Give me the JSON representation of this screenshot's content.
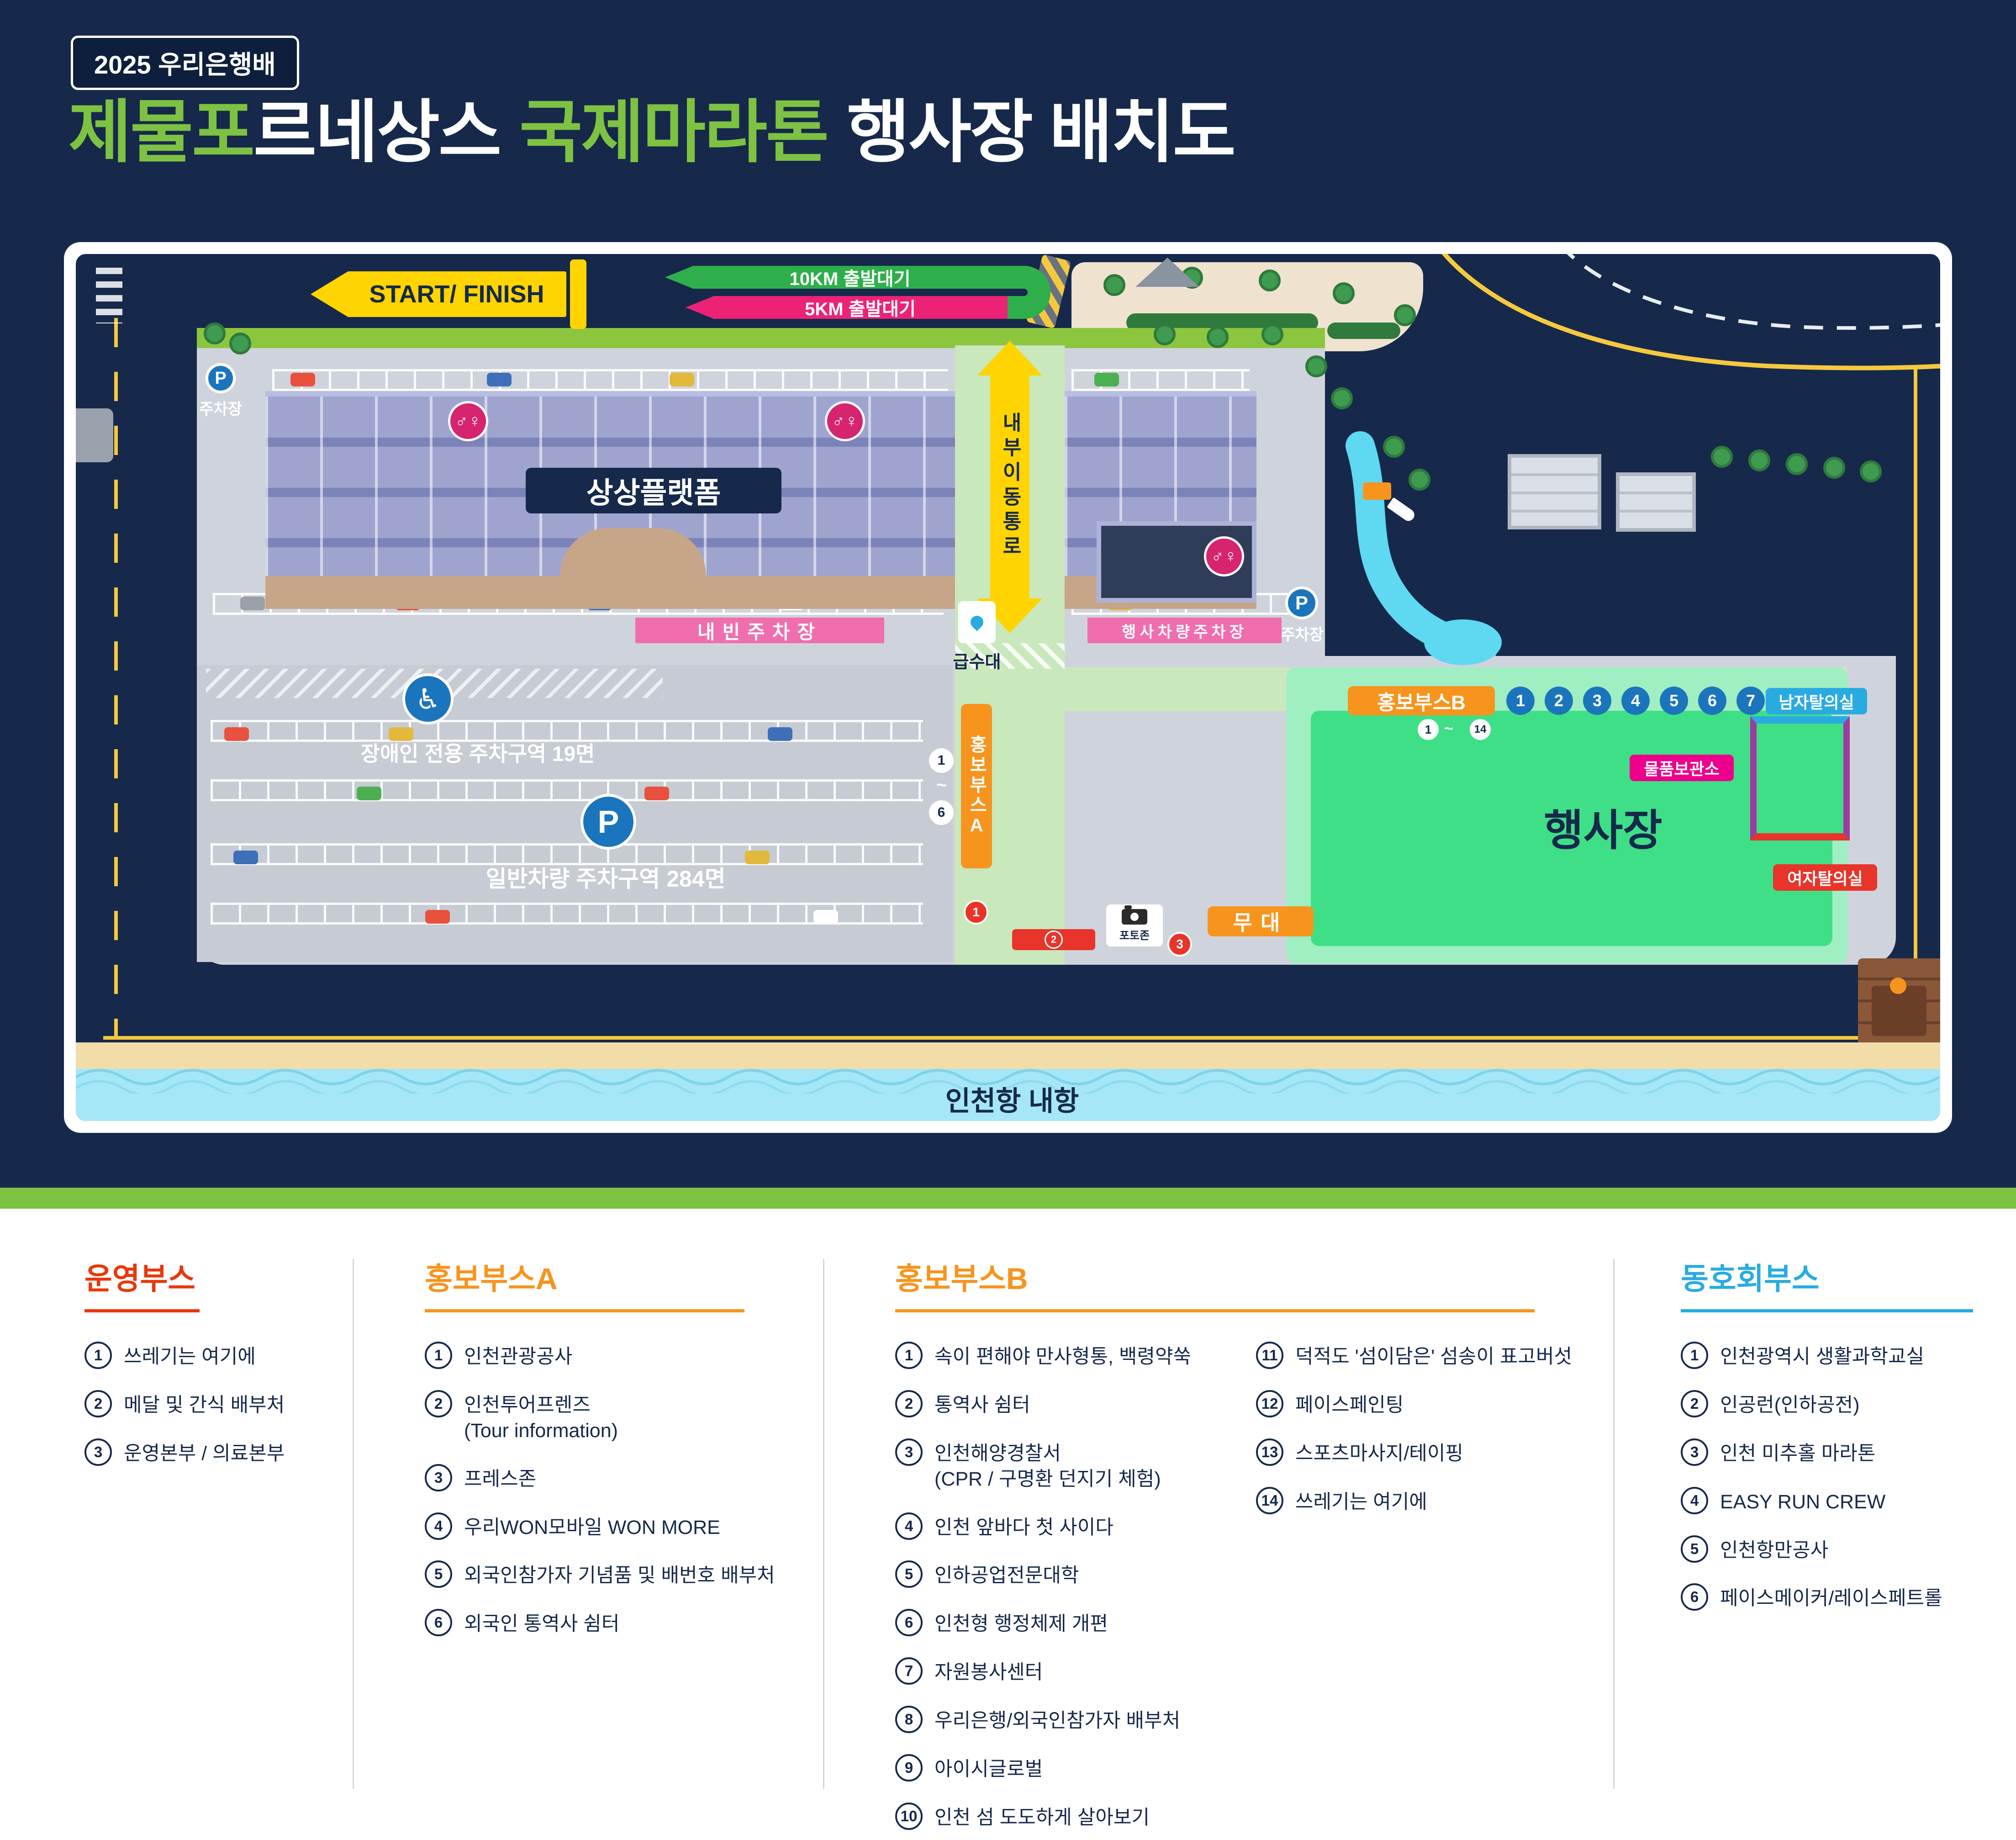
{
  "colors": {
    "navy": "#16294B",
    "green": "#7DC242",
    "yellow": "#FFD400",
    "orange": "#F7941D",
    "red": "#E8342A",
    "magenta": "#EC008C",
    "pink": "#F06EAE",
    "blue": "#29ABE2",
    "booth_number_blue": "#1B75BC",
    "event_green": "#3FDF87",
    "water": "#A5E7F6",
    "sand": "#F2DDA9"
  },
  "header": {
    "badge": "2025 우리은행배",
    "title": {
      "p1": "제물포",
      "p2": "르네상스",
      "p3": "국제마라톤",
      "p4": "행사장 배치도"
    }
  },
  "icons": {
    "wheelchair": "♿",
    "toilet": "♂♀"
  },
  "map": {
    "start_finish": "START/ FINISH",
    "wait_10km": "10KM 출발대기",
    "wait_5km": "5KM 출발대기",
    "corridor": "내부이동통로",
    "platform": "상상플랫폼",
    "parking": "주차장",
    "p_letter": "P",
    "vip_parking": "내빈주차장",
    "event_vehicle_parking": "행사차량주차장",
    "water_station": "급수대",
    "disabled_parking": "장애인 전용 주차구역 19면",
    "general_parking": "일반차량 주차구역 284면",
    "booth_a": "홍보부스A",
    "booth_a_range": {
      "from": "1",
      "tilde": "~",
      "to": "6"
    },
    "event_ground": "행사장",
    "booth_b": "홍보부스B",
    "booth_b_numbers": [
      "1",
      "2",
      "3",
      "4",
      "5",
      "6",
      "7"
    ],
    "booth_b_range": {
      "from": "1",
      "tilde": "~",
      "to": "14"
    },
    "mens_room": "남자탈의실",
    "storage": "물품보관소",
    "womens_room": "여자탈의실",
    "stage": "무대",
    "photo_zone": "포토존",
    "ops_markers": [
      "1",
      "2",
      "3"
    ],
    "harbor": "인천항 내항"
  },
  "legend": {
    "ops": {
      "title": "운영부스",
      "items": [
        {
          "num": "1",
          "label": "쓰레기는 여기에"
        },
        {
          "num": "2",
          "label": "메달 및 간식 배부처"
        },
        {
          "num": "3",
          "label": "운영본부 / 의료본부"
        }
      ]
    },
    "booth_a": {
      "title": "홍보부스A",
      "items": [
        {
          "num": "1",
          "label": "인천관광공사"
        },
        {
          "num": "2",
          "label": "인천투어프렌즈",
          "label2": "(Tour information)"
        },
        {
          "num": "3",
          "label": "프레스존"
        },
        {
          "num": "4",
          "label": "우리WON모바일 WON MORE"
        },
        {
          "num": "5",
          "label": "외국인참가자 기념품 및 배번호 배부처"
        },
        {
          "num": "6",
          "label": "외국인 통역사 쉼터"
        }
      ]
    },
    "booth_b": {
      "title": "홍보부스B",
      "items_left": [
        {
          "num": "1",
          "label": "속이 편해야 만사형통, 백령약쑥"
        },
        {
          "num": "2",
          "label": "통역사 쉼터"
        },
        {
          "num": "3",
          "label": "인천해양경찰서",
          "label2": "(CPR / 구명환 던지기 체험)"
        },
        {
          "num": "4",
          "label": "인천 앞바다 첫 사이다"
        },
        {
          "num": "5",
          "label": "인하공업전문대학"
        },
        {
          "num": "6",
          "label": "인천형 행정체제 개편"
        },
        {
          "num": "7",
          "label": "자원봉사센터"
        },
        {
          "num": "8",
          "label": "우리은행/외국인참가자 배부처"
        },
        {
          "num": "9",
          "label": "아이시글로벌"
        },
        {
          "num": "10",
          "label": "인천 섬 도도하게 살아보기"
        }
      ],
      "items_right": [
        {
          "num": "11",
          "label": "덕적도 '섬이담은' 섬송이 표고버섯"
        },
        {
          "num": "12",
          "label": "페이스페인팅"
        },
        {
          "num": "13",
          "label": "스포츠마사지/테이핑"
        },
        {
          "num": "14",
          "label": "쓰레기는 여기에"
        }
      ]
    },
    "club": {
      "title": "동호회부스",
      "items": [
        {
          "num": "1",
          "label": "인천광역시 생활과학교실"
        },
        {
          "num": "2",
          "label": "인공런(인하공전)"
        },
        {
          "num": "3",
          "label": "인천 미추홀 마라톤"
        },
        {
          "num": "4",
          "label": "EASY RUN CREW"
        },
        {
          "num": "5",
          "label": "인천항만공사"
        },
        {
          "num": "6",
          "label": "페이스메이커/레이스페트롤"
        }
      ]
    }
  }
}
